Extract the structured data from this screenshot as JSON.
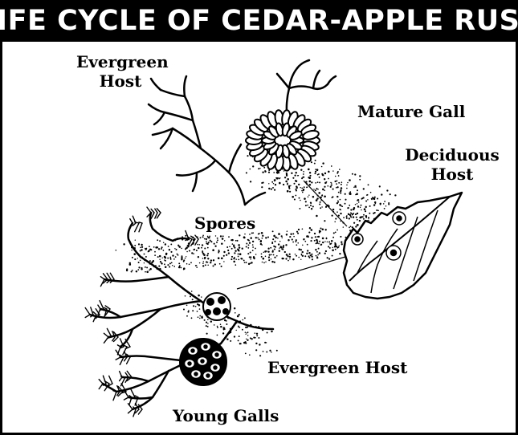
{
  "title": "LIFE CYCLE OF CEDAR-APPLE RUST",
  "labels": {
    "evergreen_host_top": "Evergreen Host",
    "mature_gall": "Mature Gall",
    "deciduous_host": "Deciduous Host",
    "spores": "Spores",
    "evergreen_host_bottom": "Evergreen Host",
    "young_galls": "Young Galls"
  }
}
